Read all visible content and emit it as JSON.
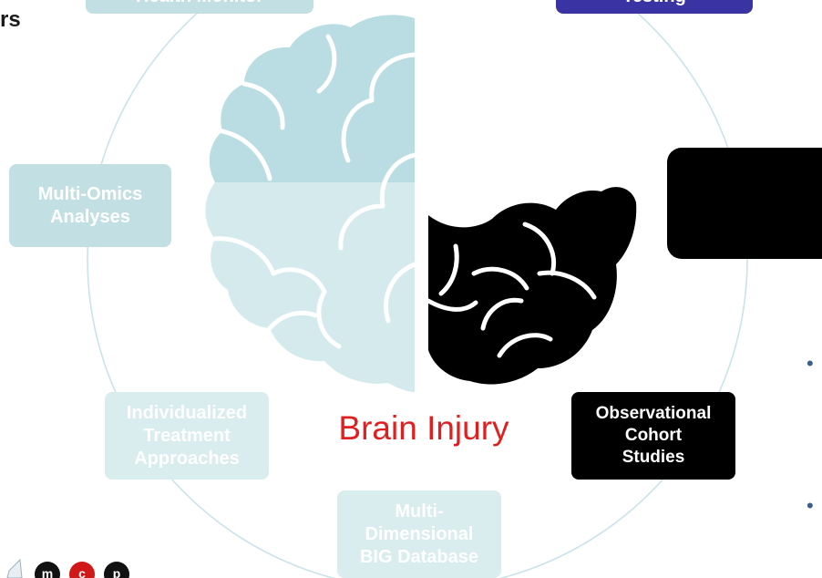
{
  "corner_text": "rs",
  "center_label": "Brain Injury",
  "nodes": {
    "health_monitor": "Health Monitor",
    "testing": "Testing",
    "multi_omics": "Multi-Omics\nAnalyses",
    "individualized": "Individualized\nTreatment\nApproaches",
    "big_database": "Multi-\nDimensional\nBIG Database",
    "observational": "Observational\nCohort\nStudies"
  },
  "bullets": [
    "•",
    "•"
  ],
  "colors": {
    "ring": "#c9e4e8",
    "brain_left": "#b9dde3",
    "brain_left_lower": "#d4eaed",
    "brain_right": "#000000",
    "center_label": "#e02020",
    "node_blue": "#3a33a3",
    "logo_red": "#d01818"
  },
  "icons": {
    "brain": "brain-icon",
    "logo": "logo-icon"
  }
}
